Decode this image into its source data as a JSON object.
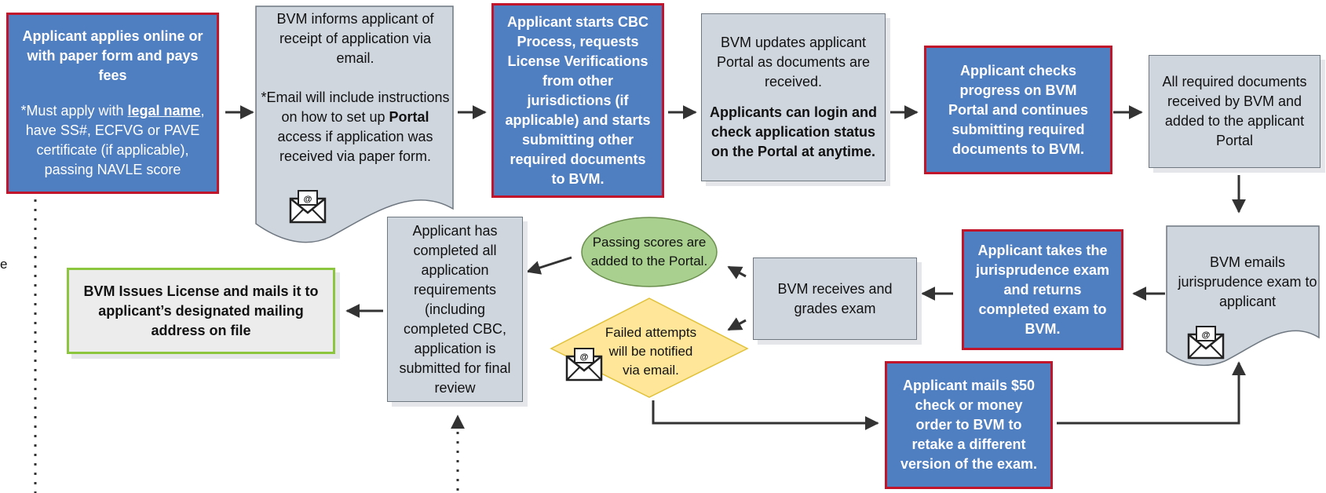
{
  "colors": {
    "blue_fill": "#4f7ec1",
    "red_border": "#c0152b",
    "gray_fill": "#cfd6de",
    "oval_fill": "#a9d08e",
    "diamond_fill": "#ffe699",
    "green_border": "#8cc63f",
    "arrow": "#333333"
  },
  "steps": {
    "apply": {
      "line1": "Applicant  applies online or with paper form and pays fees",
      "note_pre": "*Must apply with ",
      "note_bold": "legal name",
      "note_post": ", have SS#, ECFVG or PAVE certificate (if applicable), passing NAVLE score"
    },
    "inform": {
      "line1": "BVM informs applicant of receipt of application via email.",
      "line2_pre": "*Email will include instructions on how to set up ",
      "line2_bold": "Portal",
      "line2_post": " access if application was received via paper form."
    },
    "cbc": {
      "text": "Applicant starts CBC Process, requests License Verifications from other jurisdictions (if applicable) and starts submitting other required documents to BVM."
    },
    "updates": {
      "line1": "BVM updates applicant Portal as documents are received.",
      "line2": "Applicants can login and check application status on the Portal at anytime."
    },
    "checks": {
      "text": "Applicant checks progress on BVM Portal and continues submitting required documents to BVM."
    },
    "received": {
      "text": "All required documents received by BVM and added to the applicant Portal"
    },
    "emails_exam": {
      "text": "BVM emails jurisprudence exam to applicant"
    },
    "takes_exam": {
      "text": "Applicant  takes the jurisprudence exam and returns completed exam to BVM."
    },
    "grades": {
      "text": "BVM receives and grades exam"
    },
    "passing": {
      "text": "Passing scores are added to the Portal."
    },
    "failed": {
      "text": "Failed attempts will be notified via email."
    },
    "mails_check": {
      "text": "Applicant mails $50 check or money order  to BVM to retake a different version of the exam."
    },
    "completed": {
      "text": "Applicant has completed all application requirements (including completed CBC, application is submitted for final review"
    },
    "license": {
      "text": "BVM Issues License and mails it to applicant’s designated mailing address on file"
    }
  },
  "stray_text": "e"
}
